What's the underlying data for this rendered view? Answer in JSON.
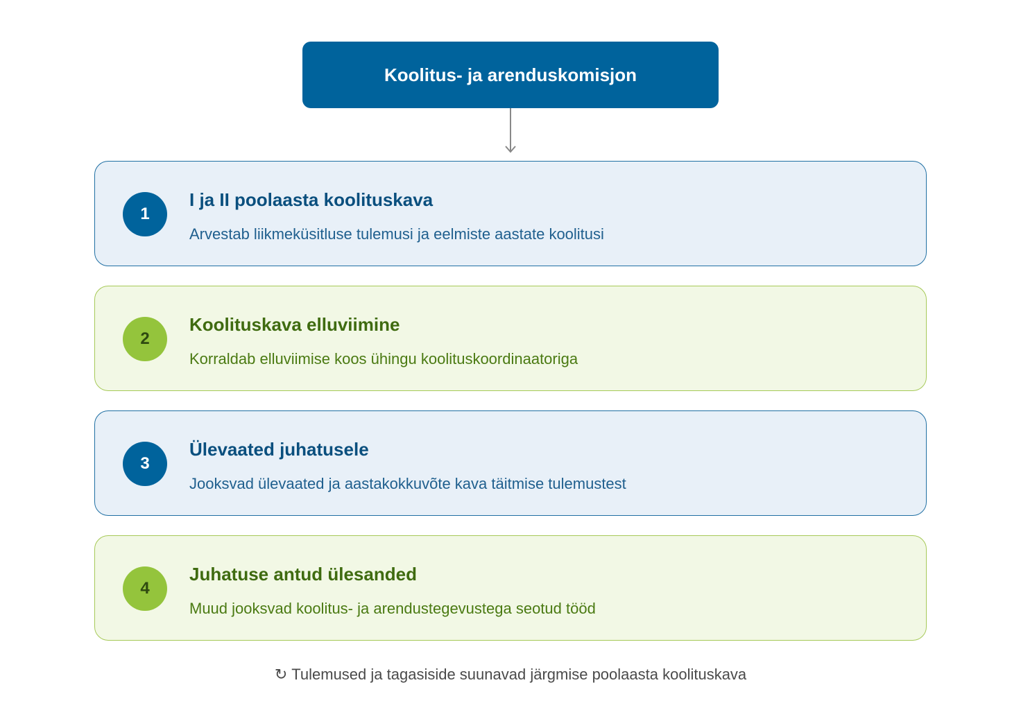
{
  "header": {
    "title": "Koolitus- ja arenduskomisjon"
  },
  "steps": [
    {
      "number": "1",
      "title": "I ja II poolaasta koolituskava",
      "description": "Arvestab liikmeküsitluse tulemusi ja eelmiste aastate koolitusi",
      "theme": "blue"
    },
    {
      "number": "2",
      "title": "Koolituskava elluviimine",
      "description": "Korraldab elluviimise koos ühingu koolituskoordinaatoriga",
      "theme": "green"
    },
    {
      "number": "3",
      "title": "Ülevaated juhatusele",
      "description": "Jooksvad ülevaated ja aastakokkuvõte kava täitmise tulemustest",
      "theme": "blue"
    },
    {
      "number": "4",
      "title": "Juhatuse antud ülesanded",
      "description": "Muud jooksvad koolitus- ja arendustegevustega seotud tööd",
      "theme": "green"
    }
  ],
  "footer": {
    "icon": "cycle-icon",
    "note": "Tulemused ja tagasiside suunavad järgmise poolaasta koolituskava"
  },
  "colors": {
    "primary_blue": "#00639c",
    "light_blue_bg": "#e8f0f8",
    "primary_green": "#94c43c",
    "light_green_bg": "#f2f8e5"
  }
}
